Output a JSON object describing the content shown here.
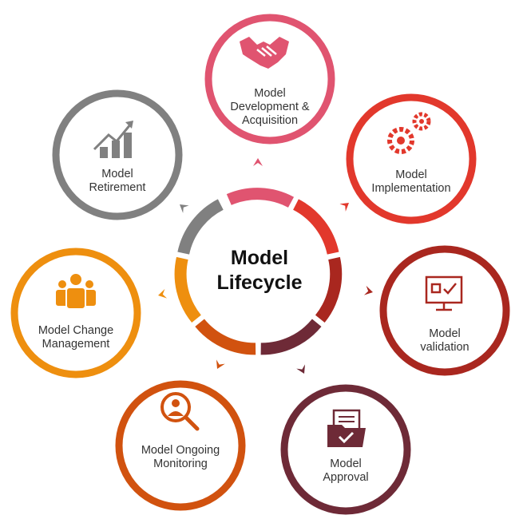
{
  "center": {
    "line1": "Model",
    "line2": "Lifecycle"
  },
  "stages": [
    {
      "id": "development",
      "line1": "Model",
      "line2": "Development &",
      "line3": "Acquisition",
      "color": "#e05470",
      "icon": "handshake-icon"
    },
    {
      "id": "implementation",
      "line1": "Model",
      "line2": "Implementation",
      "color": "#e2382c",
      "icon": "gears-icon"
    },
    {
      "id": "validation",
      "line1": "Model",
      "line2": "validation",
      "color": "#a9271f",
      "icon": "monitor-checklist-icon"
    },
    {
      "id": "approval",
      "line1": "Model",
      "line2": "Approval",
      "color": "#6e2a37",
      "icon": "folder-check-icon"
    },
    {
      "id": "monitoring",
      "line1": "Model Ongoing",
      "line2": "Monitoring",
      "color": "#d1520f",
      "icon": "person-search-icon"
    },
    {
      "id": "change",
      "line1": "Model Change",
      "line2": "Management",
      "color": "#ee8f0f",
      "icon": "people-group-icon"
    },
    {
      "id": "retirement",
      "line1": "Model",
      "line2": "Retirement",
      "color": "#808080",
      "icon": "growth-chart-icon"
    }
  ]
}
